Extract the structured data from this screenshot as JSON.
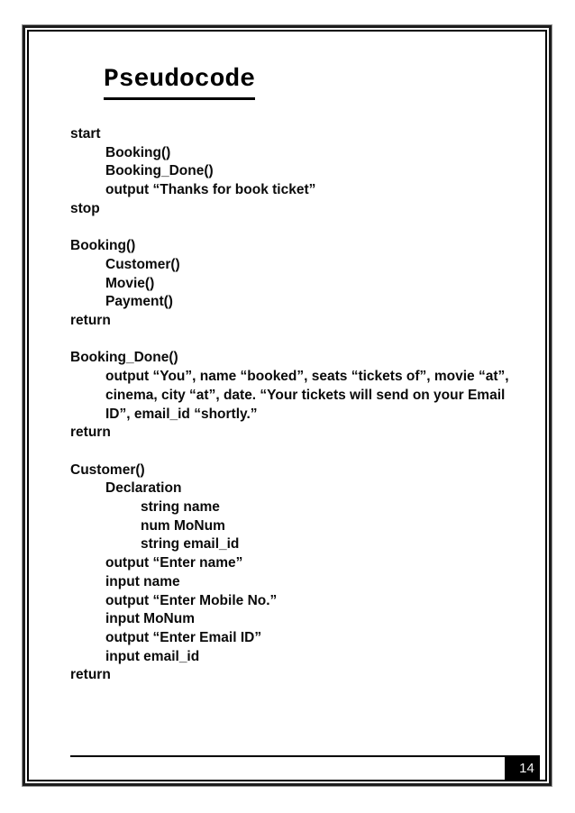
{
  "page": {
    "title": "Pseudocode",
    "page_number": "14"
  },
  "codeblock": {
    "lines": [
      {
        "indent": 0,
        "text": "start"
      },
      {
        "indent": 1,
        "text": "Booking()"
      },
      {
        "indent": 1,
        "text": "Booking_Done()"
      },
      {
        "indent": 1,
        "text": "output “Thanks for book ticket”"
      },
      {
        "indent": 0,
        "text": "stop"
      },
      {
        "indent": 0,
        "text": ""
      },
      {
        "indent": 0,
        "text": "Booking()"
      },
      {
        "indent": 1,
        "text": "Customer()"
      },
      {
        "indent": 1,
        "text": "Movie()"
      },
      {
        "indent": 1,
        "text": "Payment()"
      },
      {
        "indent": 0,
        "text": "return"
      },
      {
        "indent": 0,
        "text": ""
      },
      {
        "indent": 0,
        "text": "Booking_Done()"
      },
      {
        "indent": 1,
        "text": "output “You”, name “booked”, seats “tickets of”, movie “at”,"
      },
      {
        "indent": 1,
        "text": "cinema, city “at”, date. “Your tickets will send on your Email"
      },
      {
        "indent": 1,
        "text": "ID”, email_id “shortly.”"
      },
      {
        "indent": 0,
        "text": "return"
      },
      {
        "indent": 0,
        "text": ""
      },
      {
        "indent": 0,
        "text": "Customer()"
      },
      {
        "indent": 1,
        "text": "Declaration"
      },
      {
        "indent": 2,
        "text": "string name"
      },
      {
        "indent": 2,
        "text": "num MoNum"
      },
      {
        "indent": 2,
        "text": "string email_id"
      },
      {
        "indent": 1,
        "text": "output “Enter name”"
      },
      {
        "indent": 1,
        "text": "input name"
      },
      {
        "indent": 1,
        "text": "output “Enter Mobile No.”"
      },
      {
        "indent": 1,
        "text": "input MoNum"
      },
      {
        "indent": 1,
        "text": "output “Enter Email ID”"
      },
      {
        "indent": 1,
        "text": "input email_id"
      },
      {
        "indent": 0,
        "text": "return"
      }
    ]
  },
  "colors": {
    "ink": "#000000",
    "page_background": "#ffffff",
    "border_outer": "#1c1c1c",
    "border_shadow": "#969696",
    "footer_box_bg": "#000000",
    "footer_box_text": "#f2f2f2"
  }
}
